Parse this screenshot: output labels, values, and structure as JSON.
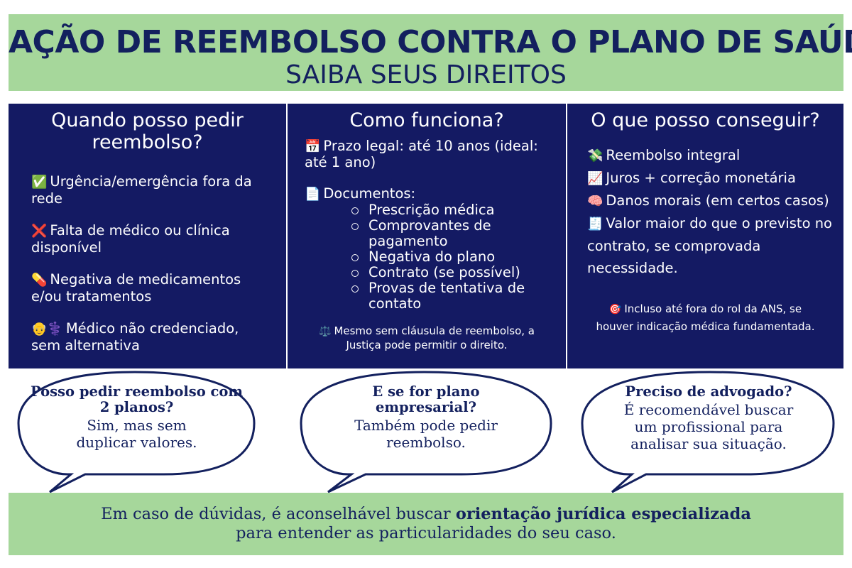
{
  "header": {
    "title": "AÇÃO DE REEMBOLSO CONTRA O PLANO DE SAÚDE",
    "subtitle": "SAIBA SEUS DIREITOS"
  },
  "col1": {
    "title": "Quando posso pedir reembolso?",
    "items": [
      {
        "icon": "✅",
        "icon_name": "check-icon",
        "text": "Urgência/emergência fora da rede"
      },
      {
        "icon": "❌",
        "icon_name": "cross-icon",
        "text": "Falta de médico ou clínica disponível"
      },
      {
        "icon": "💊",
        "icon_name": "pill-icon",
        "text": "Negativa de medicamentos e/ou tratamentos"
      },
      {
        "icon": "👴⚕️",
        "icon_name": "doctor-icon",
        "text": "Médico não credenciado, sem alternativa"
      }
    ]
  },
  "col2": {
    "title": "Como funciona?",
    "deadline_icon": "📅",
    "deadline": "Prazo legal: até 10 anos (ideal: até 1 ano)",
    "docs_icon": "📄",
    "docs_label": "Documentos:",
    "docs": [
      "Prescrição médica",
      "Comprovantes de pagamento",
      "Negativa do plano",
      "Contrato (se possível)",
      "Provas de tentativa de contato"
    ],
    "note_icon": "⚖️",
    "note": "Mesmo sem cláusula de reembolso, a Justiça pode permitir o direito."
  },
  "col3": {
    "title": "O que posso conseguir?",
    "items": [
      {
        "icon": "💸",
        "icon_name": "money-icon",
        "text": "Reembolso integral"
      },
      {
        "icon": "📈",
        "icon_name": "chart-up-icon",
        "text": "Juros + correção monetária"
      },
      {
        "icon": "🧠",
        "icon_name": "brain-icon",
        "text": "Danos morais (em certos casos)"
      },
      {
        "icon": "🧾",
        "icon_name": "receipt-icon",
        "text": "Valor maior do que o previsto no contrato, se comprovada necessidade."
      }
    ],
    "note_icon": "🎯",
    "note": "Incluso até fora do rol da ANS, se houver indicação médica fundamentada."
  },
  "bubbles": [
    {
      "question": "Posso pedir reembolso com 2 planos?",
      "answer": "Sim, mas sem duplicar valores."
    },
    {
      "question": "E se for plano empresarial?",
      "answer": "Também pode pedir reembolso."
    },
    {
      "question": "Preciso de advogado?",
      "answer": "É recomendável buscar um profissional para analisar sua situação."
    }
  ],
  "footer": {
    "text_before": "Em caso de dúvidas, é aconselhável buscar ",
    "bold": "orientação jurídica especializada",
    "text_after": "para entender as particularidades do seu caso."
  },
  "colors": {
    "navy": "#141a63",
    "green": "#a6d79b",
    "text_dark": "#13205e"
  }
}
